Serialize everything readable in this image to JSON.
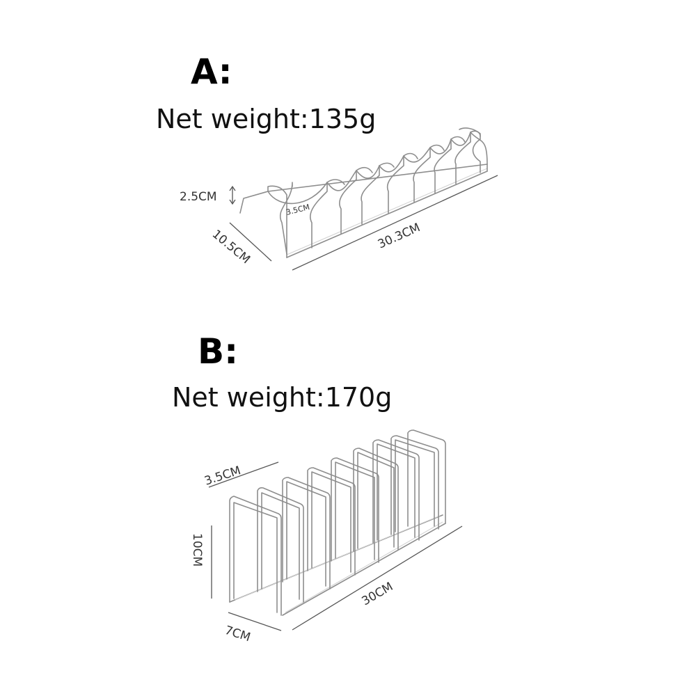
{
  "rack_a": {
    "heading": "A:",
    "net_weight": "Net weight:135g",
    "dimensions": {
      "height": "2.5CM",
      "slot": "3.5CM",
      "depth": "10.5CM",
      "length": "30.3CM"
    }
  },
  "rack_b": {
    "heading": "B:",
    "net_weight": "Net weight:170g",
    "dimensions": {
      "gap": "3.5CM",
      "height": "10CM",
      "length": "30CM",
      "depth": "7CM"
    }
  },
  "colors": {
    "wire": "#8d8d8d",
    "dimension_line": "#555555",
    "text": "#111111"
  }
}
